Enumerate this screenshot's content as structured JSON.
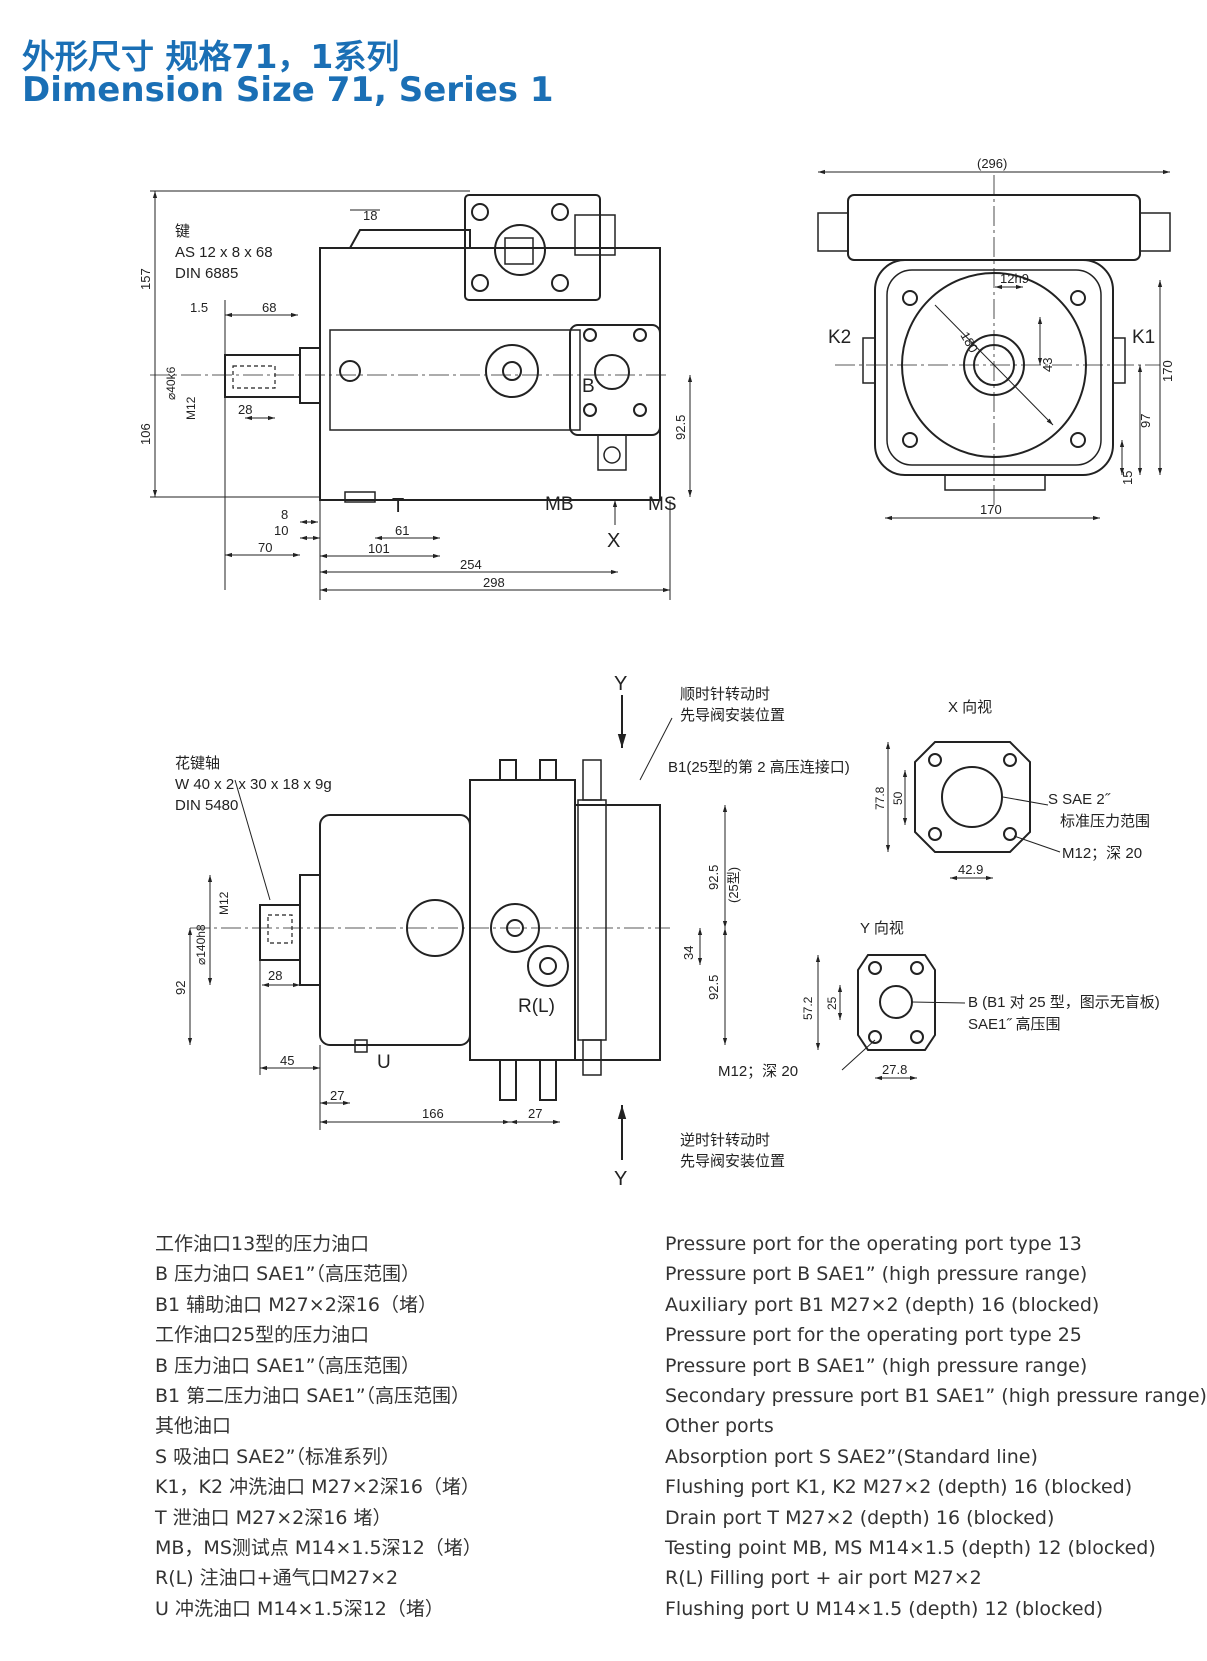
{
  "title": {
    "cn": "外形尺寸 规格71，1系列",
    "en": "Dimension Size 71, Series 1"
  },
  "upper_drawing": {
    "key_note": [
      "键",
      "AS 12 x 8 x 68",
      "DIN 6885"
    ],
    "dims": {
      "d18": "18",
      "d157": "157",
      "d106": "106",
      "d1_5": "1.5",
      "d68": "68",
      "d40": "⌀40k6",
      "m12": "M12",
      "d28": "28",
      "d8": "8",
      "d10": "10",
      "d70": "70",
      "d61": "61",
      "d101": "101",
      "d254": "254",
      "d298": "298",
      "d92_5": "92.5"
    },
    "ports": {
      "T": "T",
      "MB": "MB",
      "MS": "MS",
      "X": "X",
      "B": "B"
    }
  },
  "side_view": {
    "dims": {
      "d296": "(296)",
      "d12": "12h9",
      "d180": "180",
      "d43": "43",
      "d170v": "170",
      "d97": "97",
      "d15": "15",
      "d170h": "170"
    },
    "ports": {
      "K2": "K2",
      "K1": "K1"
    }
  },
  "lower_drawing": {
    "spline_note": [
      "花键轴",
      "W 40 x 2 x 30 x 18 x 9g",
      "DIN 5480"
    ],
    "cw_note": [
      "顺时针转动时",
      "先导阀安装位置"
    ],
    "ccw_note": [
      "逆时针转动时",
      "先导阀安装位置"
    ],
    "b1_note": "B1(25型的第 2 高压连接口)",
    "dims": {
      "m12": "M12",
      "d140": "⌀140h8",
      "d28": "28",
      "d92": "92",
      "d45": "45",
      "d27a": "27",
      "d166": "166",
      "d27b": "27",
      "d92_5a": "92.5",
      "d25type": "(25型)",
      "d34": "34",
      "d92_5b": "92.5"
    },
    "ports": {
      "Y_top": "Y",
      "Y_bottom": "Y",
      "U": "U",
      "RL": "R(L)"
    }
  },
  "x_view": {
    "title": "X 向视",
    "dims": {
      "d77_8": "77.8",
      "d50": "50",
      "d42_9": "42.9"
    },
    "notes": {
      "s": "S SAE 2˝",
      "s_sub": "标准压力范围",
      "m12": "M12；深 20"
    }
  },
  "y_view": {
    "title": "Y 向视",
    "dims": {
      "d57_2": "57.2",
      "d25": "25",
      "d27_8": "27.8"
    },
    "notes": {
      "b": "B (B1 对 25 型，图示无盲板)",
      "b_sub": "SAE1˝  高压围",
      "m12": "M12；深 20"
    }
  },
  "legend_cn": [
    {
      "t": "工作油口13型的压力油口",
      "h": true
    },
    {
      "t": "B  压力油口        SAE1”（高压范围）",
      "h": false
    },
    {
      "t": "B1 辅助油口       M27×2深16（堵）",
      "h": false
    },
    {
      "t": "工作油口25型的压力油口",
      "h": true
    },
    {
      "t": "B  压力油口        SAE1”（高压范围）",
      "h": false
    },
    {
      "t": "B1 第二压力油口  SAE1”（高压范围）",
      "h": false
    },
    {
      "t": "其他油口",
      "h": true
    },
    {
      "t": "S       吸油口     SAE2”（标准系列）",
      "h": false
    },
    {
      "t": "K1，K2 冲洗油口  M27×2深16（堵）",
      "h": false
    },
    {
      "t": "T       泄油口     M27×2深16 堵）",
      "h": false
    },
    {
      "t": "MB，MS测试点    M14×1.5深12（堵）",
      "h": false
    },
    {
      "t": "R(L)   注油口+通气口M27×2",
      "h": false
    },
    {
      "t": "U      冲洗油口  M14×1.5深12（堵）",
      "h": false
    }
  ],
  "legend_en": [
    {
      "t": "Pressure port for the operating port type 13",
      "h": true
    },
    {
      "t": "Pressure port B      SAE1”  (high pressure range)",
      "h": false
    },
    {
      "t": "Auxiliary port B1  M27×2 (depth) 16 (blocked)",
      "h": false
    },
    {
      "t": "Pressure port for the operating port type 25",
      "h": true
    },
    {
      "t": "Pressure port B      SAE1”  (high pressure range)",
      "h": false
    },
    {
      "t": "Secondary pressure port B1   SAE1”  (high pressure range)",
      "h": false
    },
    {
      "t": "Other ports",
      "h": true
    },
    {
      "t": "Absorption port S       SAE2”(Standard line)",
      "h": false
    },
    {
      "t": "Flushing port K1, K2  M27×2 (depth) 16 (blocked)",
      "h": false
    },
    {
      "t": "Drain port T          M27×2 (depth)  16 (blocked)",
      "h": false
    },
    {
      "t": "Testing point MB, MS  M14×1.5 (depth) 12 (blocked)",
      "h": false
    },
    {
      "t": "R(L)   Filling port + air port M27×2",
      "h": false
    },
    {
      "t": "Flushing port U        M14×1.5 (depth) 12 (blocked)",
      "h": false
    }
  ]
}
